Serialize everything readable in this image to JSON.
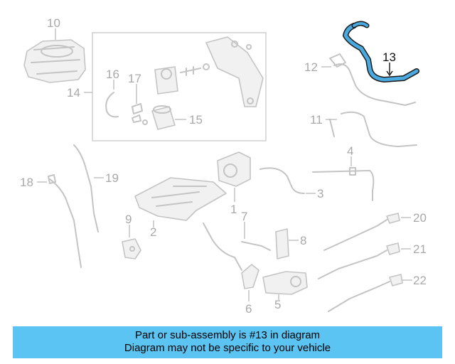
{
  "diagram": {
    "callouts": {
      "c1": "1",
      "c2": "2",
      "c3": "3",
      "c4": "4",
      "c5": "5",
      "c6": "6",
      "c7": "7",
      "c8": "8",
      "c9": "9",
      "c10": "10",
      "c11": "11",
      "c12": "12",
      "c13": "13",
      "c14": "14",
      "c15": "15",
      "c16": "16",
      "c17": "17",
      "c18": "18",
      "c19": "19",
      "c20": "20",
      "c21": "21",
      "c22": "22"
    },
    "highlight_part": "13",
    "colors": {
      "highlight": "#4aa9de",
      "outline": "#1a1a1a",
      "faded": "#c4c4c4",
      "banner": "#5bc4f2"
    }
  },
  "banner": {
    "line1": "Part or sub-assembly is #13 in diagram",
    "line2": "Diagram may not be specific to your vehicle"
  }
}
